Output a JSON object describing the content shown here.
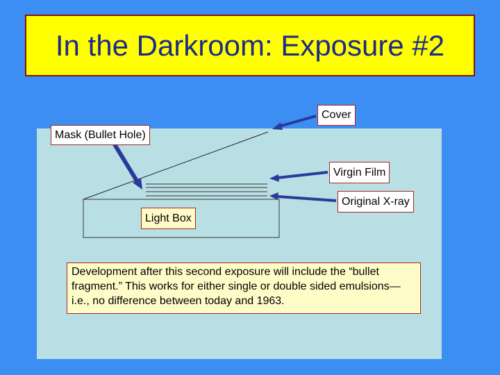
{
  "slide": {
    "title": "In the Darkroom: Exposure #2",
    "colors": {
      "background": "#3d8ef2",
      "title_fill": "#ffff00",
      "title_text": "#1c2a8c",
      "panel": "#b8e0e4",
      "arrow": "#2a3a9a",
      "label_border": "#b02020"
    }
  },
  "labels": {
    "cover": "Cover",
    "mask": "Mask (Bullet Hole)",
    "virgin_film": "Virgin Film",
    "original_xray": "Original X-ray",
    "light_box": "Light Box"
  },
  "note": {
    "text": "Development after this second exposure will include the “bullet fragment.” This works for either single or double sided emulsions—i.e., no difference between today and 1963."
  }
}
